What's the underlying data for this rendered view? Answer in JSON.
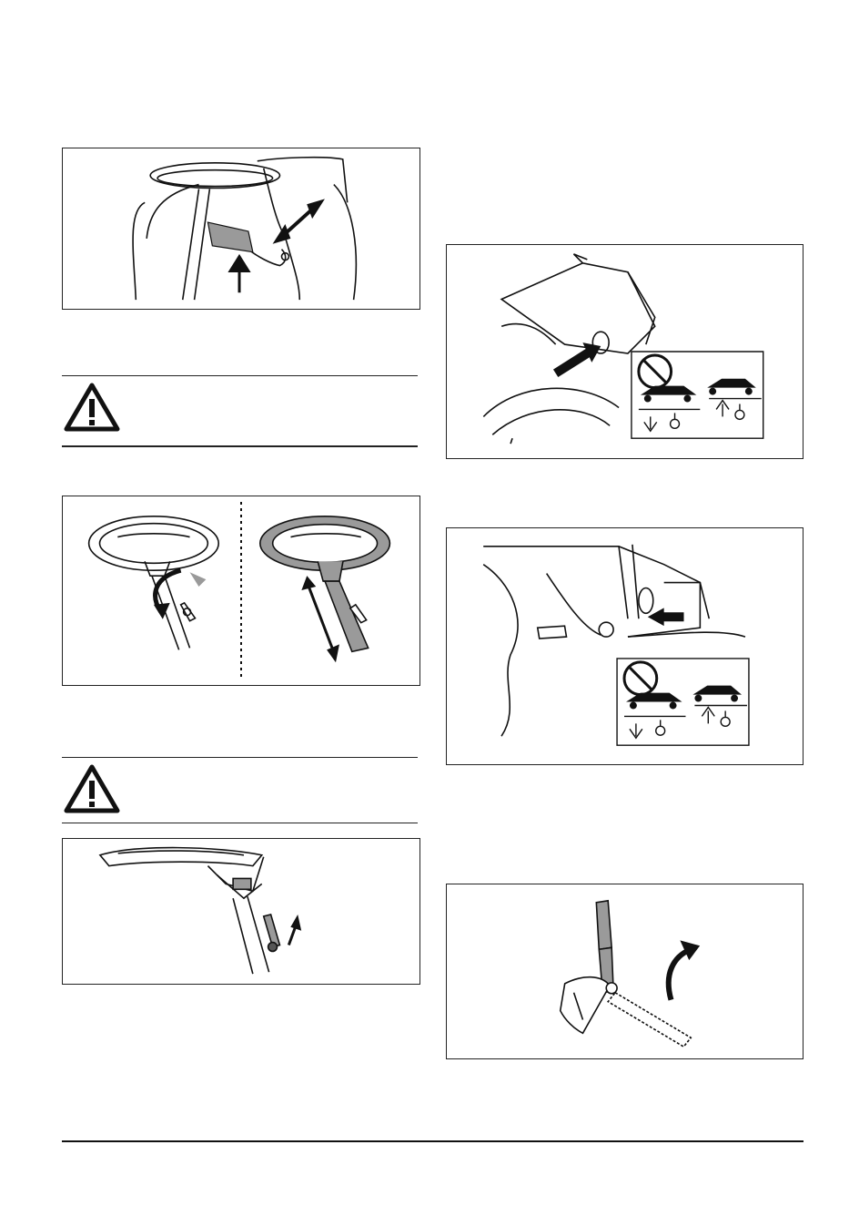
{
  "page": {
    "figures": [
      {
        "id": "seat-adjust",
        "icon": "seat-adjust-illustration"
      },
      {
        "id": "steering-tilt",
        "icon": "steering-wheel-adjust-illustration"
      },
      {
        "id": "steering-lock",
        "icon": "steering-lever-illustration"
      },
      {
        "id": "rear-lever-left",
        "icon": "attachment-lever-illustration"
      },
      {
        "id": "rear-lever-right",
        "icon": "attachment-lever-illustration"
      },
      {
        "id": "parking-brake",
        "icon": "brake-lever-illustration"
      }
    ],
    "warnings": [
      {
        "icon": "warning-triangle-icon"
      },
      {
        "icon": "warning-triangle-icon"
      }
    ],
    "colors": {
      "line": "#111111",
      "fill_grey": "#9a9a9a",
      "panel_border": "#222222"
    }
  }
}
